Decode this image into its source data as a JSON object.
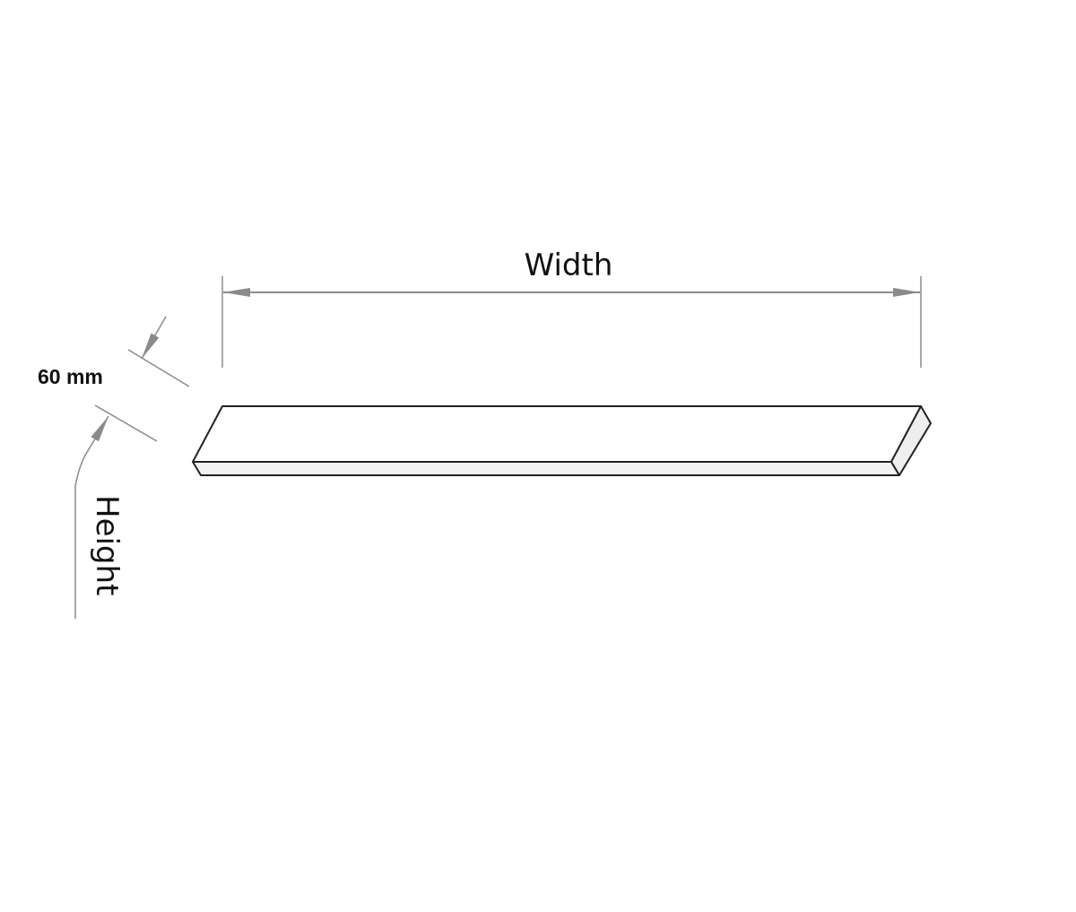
{
  "diagram": {
    "type": "dimension drawing",
    "subject": "flat rectangular board",
    "labels": {
      "width": "Width",
      "depth": "60 mm",
      "height": "Height"
    },
    "colors": {
      "outline": "#222222",
      "dimension_line": "#8a8a8a",
      "end_face_fill": "#eeeeee",
      "front_face_fill": "#f2f2f2",
      "top_face_fill": "#ffffff"
    }
  }
}
